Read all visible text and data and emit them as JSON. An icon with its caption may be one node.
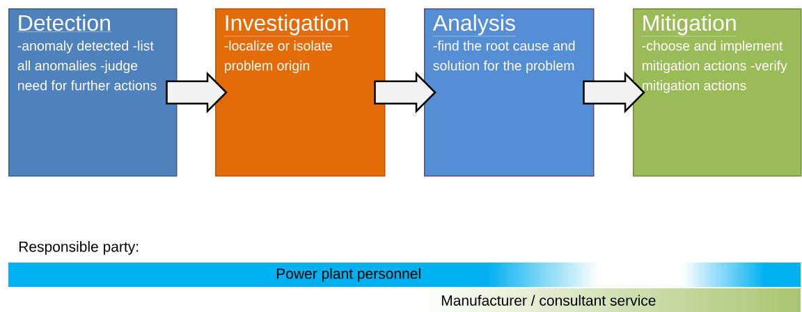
{
  "diagram": {
    "nodes": [
      {
        "text": [
          "Detection",
          "-anomaly detected -list all anomalies -judge need for further actions"
        ]
      },
      {
        "text": [
          "Investigation",
          "-localize or isolate problem origin"
        ]
      },
      {
        "text": [
          "Analysis",
          "-find the root cause and solution for the problem"
        ]
      },
      {
        "text": [
          "Mitigation",
          "-choose and implement mitigation actions -verify mitigation actions"
        ]
      },
      {
        "text": [
          "Power plant personnel"
        ]
      },
      {
        "text": [
          "Manufacturer / consultant service"
        ]
      }
    ],
    "edges": [
      {
        "from": 0,
        "to": 1,
        "arrow": "to"
      },
      {
        "from": 1,
        "to": 2,
        "arrow": "to"
      },
      {
        "from": 2,
        "to": 3,
        "arrow": "to"
      }
    ],
    "labels": [
      "Responsible party:"
    ]
  }
}
